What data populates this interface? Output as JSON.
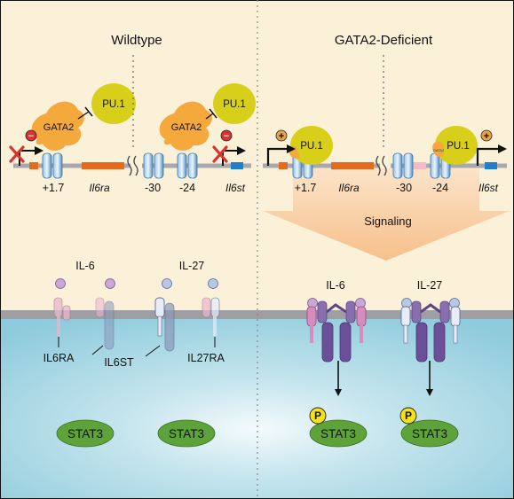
{
  "panels": {
    "left_title": "Wildtype",
    "right_title": "GATA2-Deficient"
  },
  "proteins": {
    "gata2": "GATA2",
    "pu1": "PU.1",
    "stat3": "STAT3",
    "phospho": "P",
    "gata2_small": "GATA2"
  },
  "genes": {
    "il6ra": "Il6ra",
    "il6st": "Il6st"
  },
  "sites": {
    "plus_1_7": "+1.7",
    "minus_30": "-30",
    "minus_24": "-24"
  },
  "cytokines": {
    "il6": "IL-6",
    "il27": "IL-27"
  },
  "receptors": {
    "il6ra": "IL6RA",
    "il6st": "IL6ST",
    "il27ra": "IL27RA"
  },
  "signaling_label": "Signaling",
  "signs": {
    "minus": "−",
    "plus": "+"
  },
  "colors": {
    "background_top": "#fbf0d8",
    "membrane": "#9f9fa3",
    "cytoplasm": "#9fd1de",
    "gata2": "#f5a93c",
    "pu1": "#d8cf1a",
    "stat3": "#5ea23a",
    "il6ra_exon": "#e66a1d",
    "il6st_exon": "#1f7fce",
    "repression": "#d9332f",
    "signaling_arrow": "#f8c89a"
  }
}
